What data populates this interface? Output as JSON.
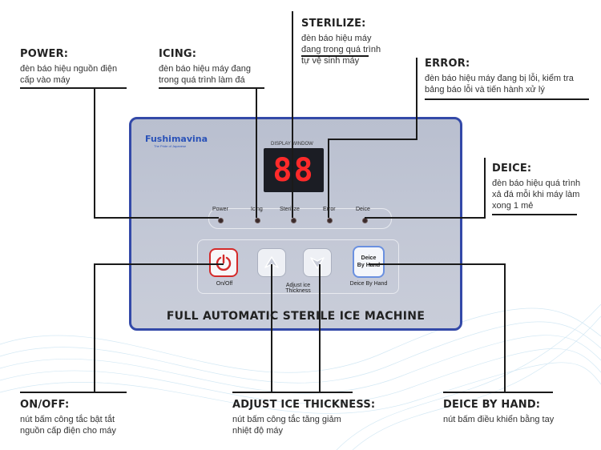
{
  "callouts": {
    "power": {
      "title": "POWER:",
      "desc": [
        "đèn báo hiệu nguồn điện",
        "cấp vào máy"
      ]
    },
    "icing": {
      "title": "ICING:",
      "desc": [
        "đèn báo hiệu máy đang",
        "trong quá trình làm đá"
      ]
    },
    "sterilize": {
      "title": "STERILIZE:",
      "desc": [
        "đèn báo hiệu máy",
        "đang trong quá trình",
        "tự vệ sinh máy"
      ]
    },
    "error": {
      "title": "ERROR:",
      "desc": [
        "đèn báo hiệu máy đang bị lỗi, kiểm tra",
        "bảng báo lỗi và tiến hành xử lý"
      ]
    },
    "deice": {
      "title": "DEICE:",
      "desc": [
        "đèn báo hiệu quá trình",
        "xả đá mỗi khi máy làm",
        "xong 1 mẻ"
      ]
    },
    "onoff": {
      "title": "ON/OFF:",
      "desc": [
        "nút bấm công tắc bật tắt",
        "nguồn cấp điện cho máy"
      ]
    },
    "adjust": {
      "title": "ADJUST ICE THICKNESS:",
      "desc": [
        "nút bấm công tắc tăng giảm",
        "nhiệt độ máy"
      ]
    },
    "deice_by_hand": {
      "title": "DEICE BY HAND:",
      "desc": [
        "nút bấm điều khiển bằng tay"
      ]
    }
  },
  "panel": {
    "brand": "Fushimavina",
    "brand_sub": "The Pride of Japanese",
    "display_label": "DISPLAY WINDOW",
    "display_value": "88",
    "indicators": {
      "power": "Power",
      "icing": "Icing",
      "sterilize": "Sterilize",
      "error": "Error",
      "deice": "Deice"
    },
    "buttons": {
      "onoff_label": "On/Off",
      "adjust_label_1": "Adjust ice",
      "adjust_label_2": "Thickness",
      "deice_btn_1": "Deice",
      "deice_btn_2": "By Hand",
      "deice_label": "Deice By Hand"
    },
    "title": "FULL AUTOMATIC STERILE ICE MACHINE"
  },
  "colors": {
    "panel_border": "#3349a8",
    "led_display": "#ff2a2a",
    "power_button": "#d42a2a",
    "brand": "#2a52b8"
  }
}
